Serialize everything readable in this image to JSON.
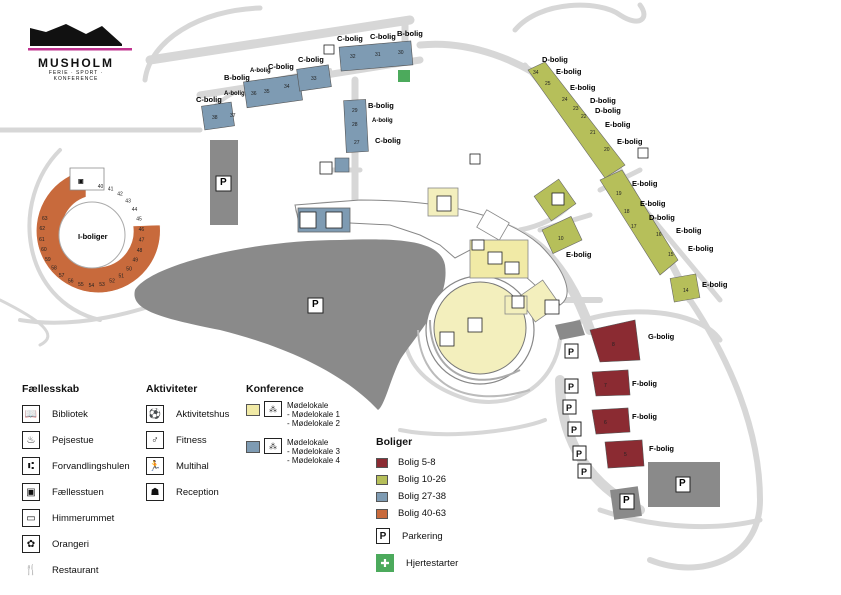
{
  "logo": {
    "name": "MUSHOLM",
    "tagline": "FERIE · SPORT · KONFERENCE"
  },
  "colors": {
    "bolig_5_8": "#8b2b32",
    "bolig_10_26": "#b6bf5a",
    "bolig_27_38": "#7e9bb3",
    "bolig_40_63": "#c86a3c",
    "konference_1_2": "#f1eaa6",
    "konference_3_4": "#7e9bb3",
    "hall": "#f3efbd",
    "parking": "#8a8a8a",
    "road": "#d6d6d6",
    "heart": "#4caa5c"
  },
  "map": {
    "parking_label": "P",
    "i_boliger": "I-boliger",
    "type_labels": {
      "a": "A-bolig",
      "b": "B-bolig",
      "c": "C-bolig",
      "d": "D-bolig",
      "e": "E-bolig",
      "f": "F-bolig",
      "g": "G-bolig"
    },
    "units_blue": [
      "38",
      "37",
      "36",
      "35",
      "34",
      "33",
      "32",
      "31",
      "30",
      "29",
      "28",
      "27"
    ],
    "units_green": [
      "34",
      "25",
      "24",
      "23",
      "22",
      "21",
      "20",
      "19",
      "18",
      "17",
      "16",
      "15",
      "14",
      "10"
    ],
    "units_red": [
      "8",
      "7",
      "6",
      "5"
    ],
    "units_ring": [
      "40",
      "41",
      "42",
      "43",
      "44",
      "45",
      "46",
      "47",
      "48",
      "49",
      "50",
      "51",
      "52",
      "53",
      "54",
      "55",
      "56",
      "57",
      "58",
      "59",
      "60",
      "61",
      "62",
      "63"
    ]
  },
  "legend": {
    "faellesskab": {
      "title": "Fællesskab",
      "items": [
        {
          "label": "Bibliotek",
          "icon": "book-icon"
        },
        {
          "label": "Pejsestue",
          "icon": "fire-icon"
        },
        {
          "label": "Forvandlingshulen",
          "icon": "chairs-icon"
        },
        {
          "label": "Fællesstuen",
          "icon": "sofa-icon"
        },
        {
          "label": "Himmerummet",
          "icon": "bed-icon"
        },
        {
          "label": "Orangeri",
          "icon": "plant-icon"
        },
        {
          "label": "Restaurant",
          "icon": "cutlery-icon"
        }
      ]
    },
    "aktiviteter": {
      "title": "Aktiviteter",
      "items": [
        {
          "label": "Aktivitetshus",
          "icon": "activity-icon"
        },
        {
          "label": "Fitness",
          "icon": "fitness-icon"
        },
        {
          "label": "Multihal",
          "icon": "hall-icon"
        },
        {
          "label": "Reception",
          "icon": "reception-icon"
        }
      ]
    },
    "konference": {
      "title": "Konference",
      "items": [
        {
          "lines": [
            "Mødelokale",
            "- Mødelokale 1",
            "- Mødelokale 2"
          ]
        },
        {
          "lines": [
            "Mødelokale",
            "- Mødelokale 3",
            "- Mødelokale 4"
          ]
        }
      ]
    },
    "boliger": {
      "title": "Boliger",
      "items": [
        {
          "label": "Bolig 5-8"
        },
        {
          "label": "Bolig 10-26"
        },
        {
          "label": "Bolig 27-38"
        },
        {
          "label": "Bolig 40-63"
        }
      ],
      "parkering": "Parkering",
      "hjertestarter": "Hjertestarter"
    }
  }
}
